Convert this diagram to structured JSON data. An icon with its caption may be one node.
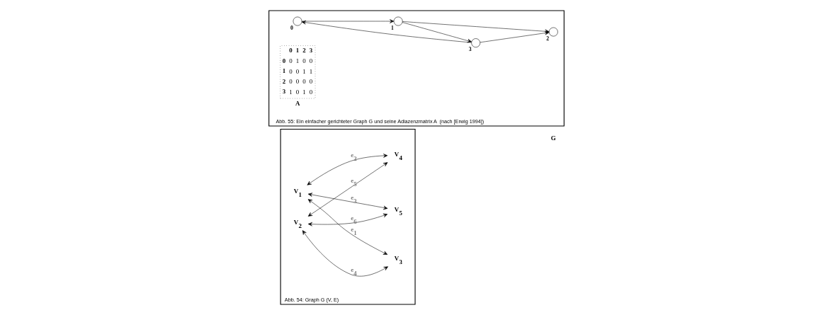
{
  "diagram": {
    "nodes": [
      {
        "text": [
          "Abb. 54: Graph G (V, E)"
        ]
      },
      {
        "text": [
          "V$_{1}$"
        ],
        "in": 0
      },
      {
        "text": [
          "V$_{2}$"
        ],
        "in": 0
      },
      {
        "text": [
          "V$_{3}$"
        ],
        "in": 0
      },
      {
        "text": [
          "V$_{4}$"
        ],
        "in": 0
      },
      {
        "text": [
          "V$_{5}$"
        ],
        "in": 0
      },
      {
        "text": [
          "Abb. 55: Ein einfacher gerichteter Graph G und seine Adiazenzmatrix A  (nach [Erwig 1994])"
        ]
      },
      {
        "text": [],
        "shape": "circle",
        "beside": [
          "0"
        ],
        "in": 6
      },
      {
        "text": [],
        "shape": "circle",
        "beside": [
          "1"
        ],
        "in": 6
      },
      {
        "text": [],
        "shape": "circle",
        "beside": [
          "2"
        ],
        "in": 6
      },
      {
        "text": [],
        "shape": "circle",
        "beside": [
          "3"
        ],
        "in": 6
      },
      {
        "text": [
          "0",
          "1",
          "2",
          "3",
          "0",
          "0",
          "1",
          "0",
          "0",
          "1",
          "0",
          "0",
          "1",
          "1",
          "2",
          "0",
          "0",
          "0",
          "0",
          "3",
          "1",
          "0",
          "1",
          "0"
        ],
        "beside": [
          "A"
        ],
        "in": 6
      }
    ],
    "edges": [
      {
        "from": 1,
        "to": 3,
        "arrow": "both",
        "label": "e$_{1}$"
      },
      {
        "from": 1,
        "to": 4,
        "arrow": "both",
        "label": "e$_{2}$"
      },
      {
        "from": 1,
        "to": 5,
        "arrow": "both",
        "label": "e$_{3}$"
      },
      {
        "from": 2,
        "to": 3,
        "arrow": "both",
        "label": "e$_{4}$"
      },
      {
        "from": 2,
        "to": 4,
        "arrow": "both",
        "label": "e$_{5}$"
      },
      {
        "from": 2,
        "to": 5,
        "arrow": "both",
        "label": "e$_{6}$"
      },
      {
        "from": 7,
        "to": 8,
        "arrow": "to"
      },
      {
        "from": 8,
        "to": 9,
        "arrow": "to"
      },
      {
        "from": 8,
        "to": 10,
        "arrow": "to"
      },
      {
        "from": 10,
        "to": 7,
        "arrow": "to"
      },
      {
        "from": 10,
        "to": 9,
        "arrow": "to"
      }
    ],
    "labels": [
      "G"
    ]
  }
}
